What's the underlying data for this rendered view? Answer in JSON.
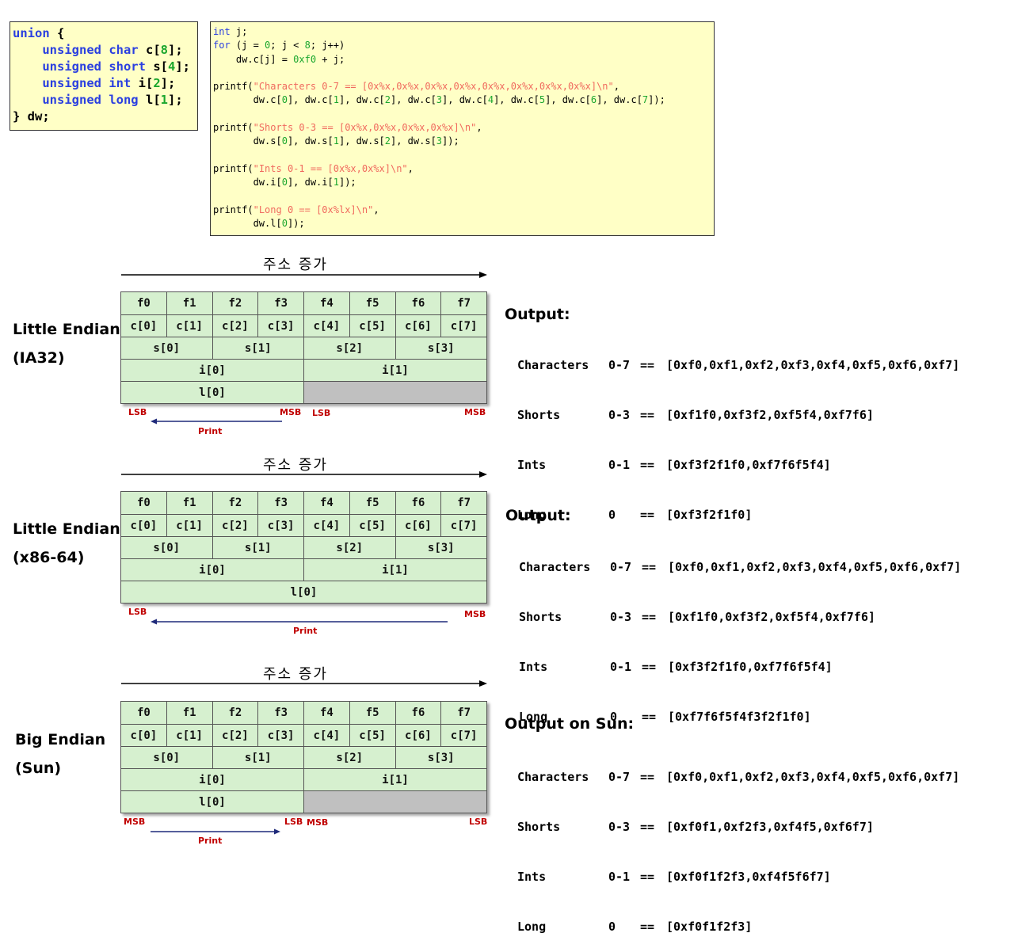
{
  "union_code": {
    "line1_kw": "union",
    "line1_rest": " {",
    "fields": [
      {
        "kw": "unsigned char",
        "name": " c[",
        "num": "8",
        "end": "];"
      },
      {
        "kw": "unsigned short",
        "name": " s[",
        "num": "4",
        "end": "];"
      },
      {
        "kw": "unsigned int",
        "name": " i[",
        "num": "2",
        "end": "];"
      },
      {
        "kw": "unsigned long",
        "name": " l[",
        "num": "1",
        "end": "];"
      }
    ],
    "closing": "} dw;"
  },
  "loop_code": {
    "decl_kw": "int",
    "decl_rest": " j;",
    "for_kw": "for",
    "for_a": " (j = ",
    "for_n0": "0",
    "for_b": "; j < ",
    "for_n8": "8",
    "for_c": "; j++)",
    "assign_a": "    dw.c[j] = ",
    "assign_n": "0xf0",
    "assign_b": " + j;",
    "printf_kw": "printf",
    "p1_str": "\"Characters 0-7 == [0x%x,0x%x,0x%x,0x%x,0x%x,0x%x,0x%x,0x%x]\\n\"",
    "p2_str": "\"Shorts 0-3 == [0x%x,0x%x,0x%x,0x%x]\\n\"",
    "p3_str": "\"Ints 0-1 == [0x%x,0x%x]\\n\"",
    "p4_str": "\"Long 0 == [0x%lx]\\n\""
  },
  "address_label": "주소 증가",
  "bytes": [
    "f0",
    "f1",
    "f2",
    "f3",
    "f4",
    "f5",
    "f6",
    "f7"
  ],
  "chars": [
    "c[0]",
    "c[1]",
    "c[2]",
    "c[3]",
    "c[4]",
    "c[5]",
    "c[6]",
    "c[7]"
  ],
  "shorts": [
    "s[0]",
    "s[1]",
    "s[2]",
    "s[3]"
  ],
  "ints": [
    "i[0]",
    "i[1]"
  ],
  "long": "l[0]",
  "print_label": "Print",
  "lsb": "LSB",
  "msb": "MSB",
  "sections": [
    {
      "title1": "Little Endian",
      "title2": "(IA32)",
      "output_title": "Output:",
      "rows": [
        {
          "name": "Characters",
          "range": "0-7",
          "eq": "==",
          "value": "[0xf0,0xf1,0xf2,0xf3,0xf4,0xf5,0xf6,0xf7]"
        },
        {
          "name": "Shorts",
          "range": "0-3",
          "eq": "==",
          "value": "[0xf1f0,0xf3f2,0xf5f4,0xf7f6]"
        },
        {
          "name": "Ints",
          "range": "0-1",
          "eq": "==",
          "value": "[0xf3f2f1f0,0xf7f6f5f4]"
        },
        {
          "name": "Long",
          "range": "0",
          "eq": "==",
          "value": "[0xf3f2f1f0]"
        }
      ]
    },
    {
      "title1": "Little Endian",
      "title2": "(x86-64)",
      "output_title": "Output:",
      "rows": [
        {
          "name": "Characters",
          "range": "0-7",
          "eq": "==",
          "value": "[0xf0,0xf1,0xf2,0xf3,0xf4,0xf5,0xf6,0xf7]"
        },
        {
          "name": "Shorts",
          "range": "0-3",
          "eq": "==",
          "value": "[0xf1f0,0xf3f2,0xf5f4,0xf7f6]"
        },
        {
          "name": "Ints",
          "range": "0-1",
          "eq": "==",
          "value": "[0xf3f2f1f0,0xf7f6f5f4]"
        },
        {
          "name": "Long",
          "range": "0",
          "eq": "==",
          "value": "[0xf7f6f5f4f3f2f1f0]"
        }
      ]
    },
    {
      "title1": "Big Endian",
      "title2": "(Sun)",
      "output_title": "Output on Sun:",
      "rows": [
        {
          "name": "Characters",
          "range": "0-7",
          "eq": "==",
          "value": "[0xf0,0xf1,0xf2,0xf3,0xf4,0xf5,0xf6,0xf7]"
        },
        {
          "name": "Shorts",
          "range": "0-3",
          "eq": "==",
          "value": "[0xf0f1,0xf2f3,0xf4f5,0xf6f7]"
        },
        {
          "name": "Ints",
          "range": "0-1",
          "eq": "==",
          "value": "[0xf0f1f2f3,0xf4f5f6f7]"
        },
        {
          "name": "Long",
          "range": "0",
          "eq": "==",
          "value": "[0xf0f1f2f3]"
        }
      ]
    }
  ],
  "colors": {
    "code_bg": "#ffffc6",
    "keyword": "#2a3fe0",
    "number": "#1aa62d",
    "string": "#f06a5e",
    "cell_bg": "#d6f0cf",
    "unused_cell": "#c0c0c0",
    "byte_label": "#c00000",
    "print_arrow": "#1f2a7a"
  }
}
